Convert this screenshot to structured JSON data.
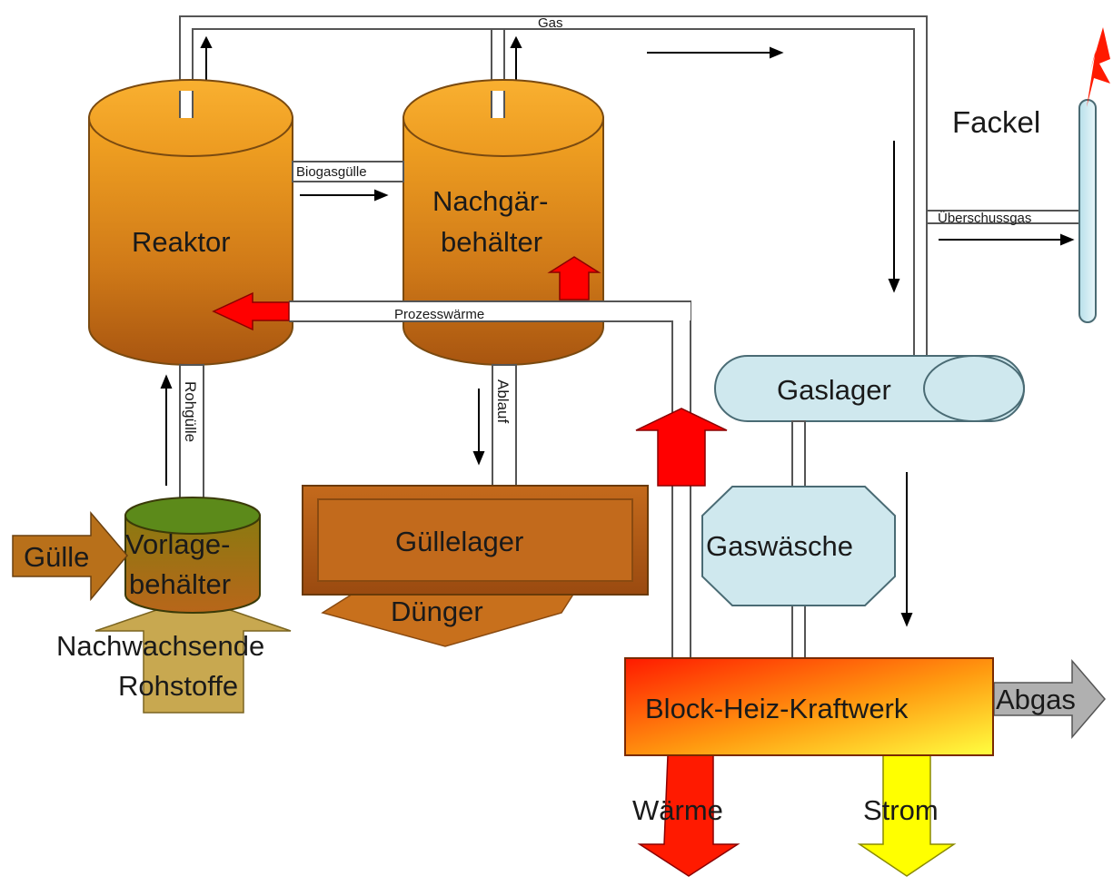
{
  "labels": {
    "gas": "Gas",
    "fackel": "Fackel",
    "biogasguelle": "Biogasgülle",
    "ueberschussgas": "Überschussgas",
    "reaktor": "Reaktor",
    "nachgaer_line1": "Nachgär-",
    "nachgaer_line2": "behälter",
    "prozesswaerme": "Prozesswärme",
    "gaslager": "Gaslager",
    "rohguelle": "Rohgülle",
    "ablauf": "Ablauf",
    "guellelager": "Güllelager",
    "duenger": "Dünger",
    "gaswaesche": "Gaswäsche",
    "guelle": "Gülle",
    "vorlage_line1": "Vorlage-",
    "vorlage_line2": "behälter",
    "nachwachsende_line1": "Nachwachsende",
    "nachwachsende_line2": "Rohstoffe",
    "bhkw": "Block-Heiz-Kraftwerk",
    "abgas": "Abgas",
    "waerme": "Wärme",
    "strom": "Strom"
  },
  "colors": {
    "tank_top": "#f0a020",
    "tank_bottom": "#b86010",
    "pipe_fill": "#ffffff",
    "pipe_stroke": "#555555",
    "heat_arrow": "#ff0000",
    "gas_storage": "#cfe8ee",
    "gas_storage_stroke": "#4a6b74",
    "manure_arrow": "#b8701a",
    "vorlage_top": "#5c8a1a",
    "raw_materials_arrow": "#c8a850",
    "bhkw_top": "#ff2000",
    "bhkw_bottom": "#ffff40",
    "strom_arrow": "#ffff00",
    "abgas_arrow": "#b0b0b0"
  }
}
